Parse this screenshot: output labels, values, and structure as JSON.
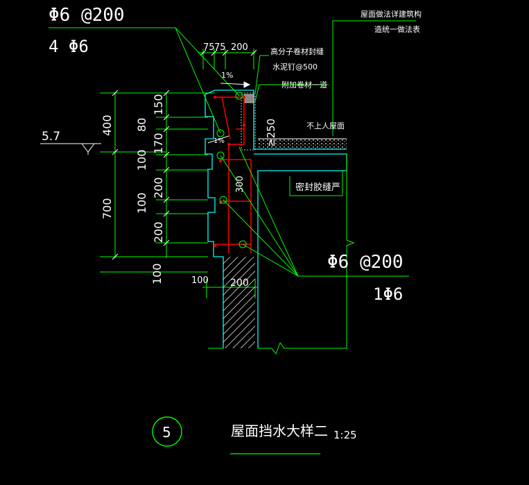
{
  "drawing": {
    "colors": {
      "background": "#000000",
      "leader": "#00ff00",
      "outline": "#00ffff",
      "rebar": "#ff0000",
      "hatch": "#ffffff",
      "text": "#ffffff"
    },
    "rebar_labels": {
      "top_stirrup": "Φ6 @200",
      "top_bars": "4 Φ6",
      "bottom_stirrup": "Φ6 @200",
      "bottom_bars": "1Φ6"
    },
    "dimensions": {
      "top_a": "75",
      "top_b": "75",
      "top_c": "200",
      "left_400": "400",
      "left_700": "700",
      "left_100": "100",
      "inner_150": "150",
      "inner_80": "80",
      "inner_170": "170",
      "inner_100a": "100",
      "inner_200a": "200",
      "inner_100b": "100",
      "inner_200b": "200",
      "height_250": "≥250",
      "height_300": "300",
      "bottom_100": "100",
      "bottom_200": "200",
      "slope_top": "1%",
      "slope_mid": "1%"
    },
    "elevation": "5.7",
    "notes": {
      "roof_ref_line1": "屋面做法详建筑构",
      "roof_ref_line2": "造统一做法表",
      "membrane_seal": "高分子卷材封缝",
      "cement_nail": "水泥钉@500",
      "extra_membrane": "附加卷材一道",
      "no_access_roof": "不上人屋面",
      "seal_tight": "密封胶缝严"
    },
    "title": {
      "number": "5",
      "text": "屋面挡水大样二",
      "scale": "1:25"
    }
  }
}
